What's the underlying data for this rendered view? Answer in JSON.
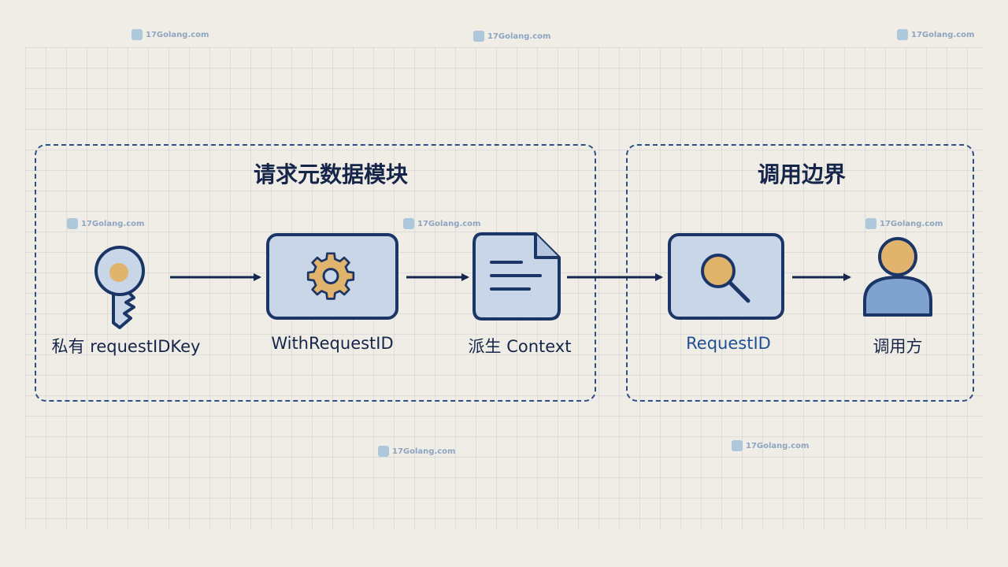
{
  "watermark": "17Golang.com",
  "groups": {
    "left_title": "请求元数据模块",
    "right_title": "调用边界"
  },
  "nodes": {
    "key_label": "私有 requestIDKey",
    "with_label": "WithRequestID",
    "context_label": "派生 Context",
    "requestid_label": "RequestID",
    "caller_label": "调用方"
  },
  "icons": {
    "key": "key-icon",
    "with": "gear-icon",
    "context": "document-icon",
    "requestid": "magnifier-icon",
    "caller": "user-icon"
  },
  "colors": {
    "outline": "#1b3566",
    "box_fill": "#c9d6e8",
    "accent": "#e1b46d",
    "person_body": "#7fa2cf",
    "dashed_border": "#2d4f86"
  }
}
